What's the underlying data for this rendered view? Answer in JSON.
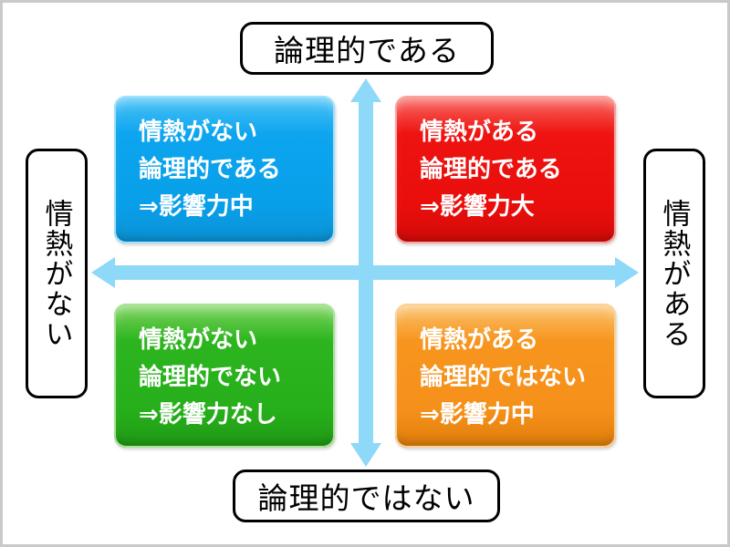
{
  "frame": {
    "background": "#ffffff",
    "border_color": "#c9c9c9"
  },
  "axis_labels": {
    "top": "論理的である",
    "bottom": "論理的ではない",
    "left": "情熱がない",
    "right": "情熱がある"
  },
  "arrows": {
    "color": "#8ed9f7",
    "horizontal": "passion-axis",
    "vertical": "logic-axis"
  },
  "quadrants": {
    "top_left": {
      "color": "#0da5ef",
      "text_color": "#ffffff",
      "lines": [
        "情熱がない",
        "論理的である",
        "⇒影響力中"
      ]
    },
    "top_right": {
      "color": "#ee1310",
      "text_color": "#ffffff",
      "lines": [
        "情熱がある",
        "論理的である",
        "⇒影響力大"
      ]
    },
    "bottom_left": {
      "color": "#2cb51f",
      "text_color": "#ffffff",
      "lines": [
        "情熱がない",
        "論理的でない",
        "⇒影響力なし"
      ]
    },
    "bottom_right": {
      "color": "#f7951e",
      "text_color": "#ffffff",
      "lines": [
        "情熱がある",
        "論理的ではない",
        "⇒影響力中"
      ]
    }
  }
}
